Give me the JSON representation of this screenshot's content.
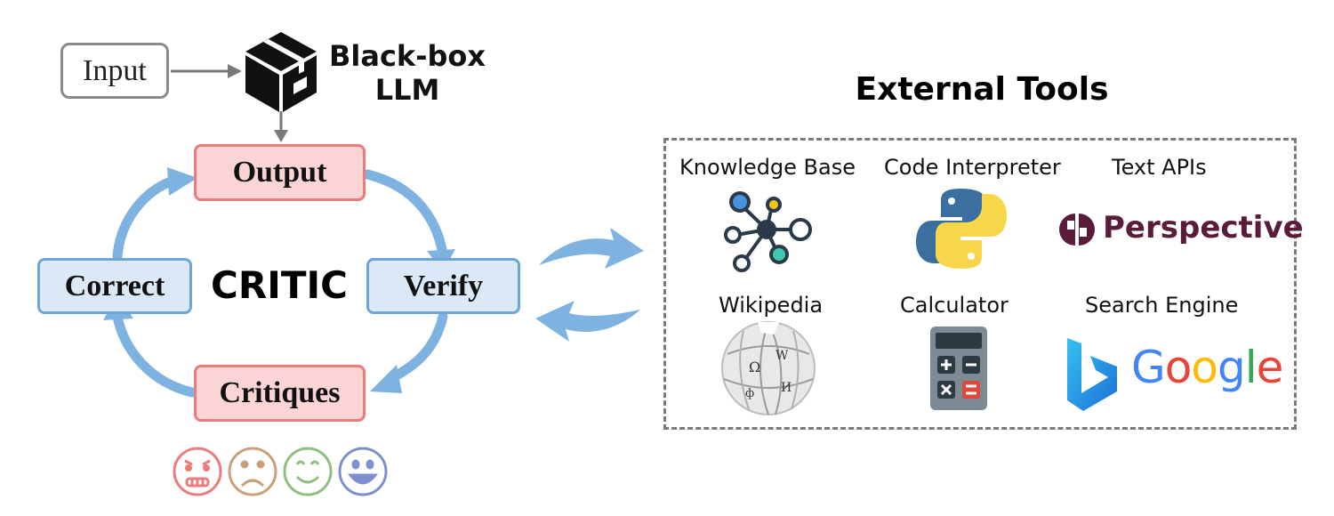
{
  "input": {
    "label": "Input"
  },
  "llm": {
    "line1": "Black-box",
    "line2": "LLM"
  },
  "loop": {
    "center": "CRITIC",
    "output": "Output",
    "verify": "Verify",
    "critiques": "Critiques",
    "correct": "Correct"
  },
  "tools": {
    "title": "External Tools",
    "items": [
      {
        "label": "Knowledge Base",
        "icon": "knowledge-graph-icon"
      },
      {
        "label": "Code Interpreter",
        "icon": "python-logo-icon"
      },
      {
        "label": "Text APIs",
        "icon": "perspective-logo-icon"
      },
      {
        "label": "Wikipedia",
        "icon": "wikipedia-globe-icon"
      },
      {
        "label": "Calculator",
        "icon": "calculator-icon"
      },
      {
        "label": "Search Engine",
        "icon": "bing-logo-icon"
      }
    ],
    "perspective_wordmark": "Perspective",
    "google_wordmark": [
      "G",
      "o",
      "o",
      "g",
      "l",
      "e"
    ]
  },
  "faces": [
    "disgusted-face-icon",
    "frowning-face-icon",
    "smiling-face-icon",
    "grinning-face-icon"
  ],
  "colors": {
    "red_fill": "#fbd5d5",
    "red_border": "#ec7b7b",
    "blue_fill": "#dbe9f7",
    "blue_border": "#6fa4d8",
    "arrow_blue": "#7eb2e0"
  }
}
